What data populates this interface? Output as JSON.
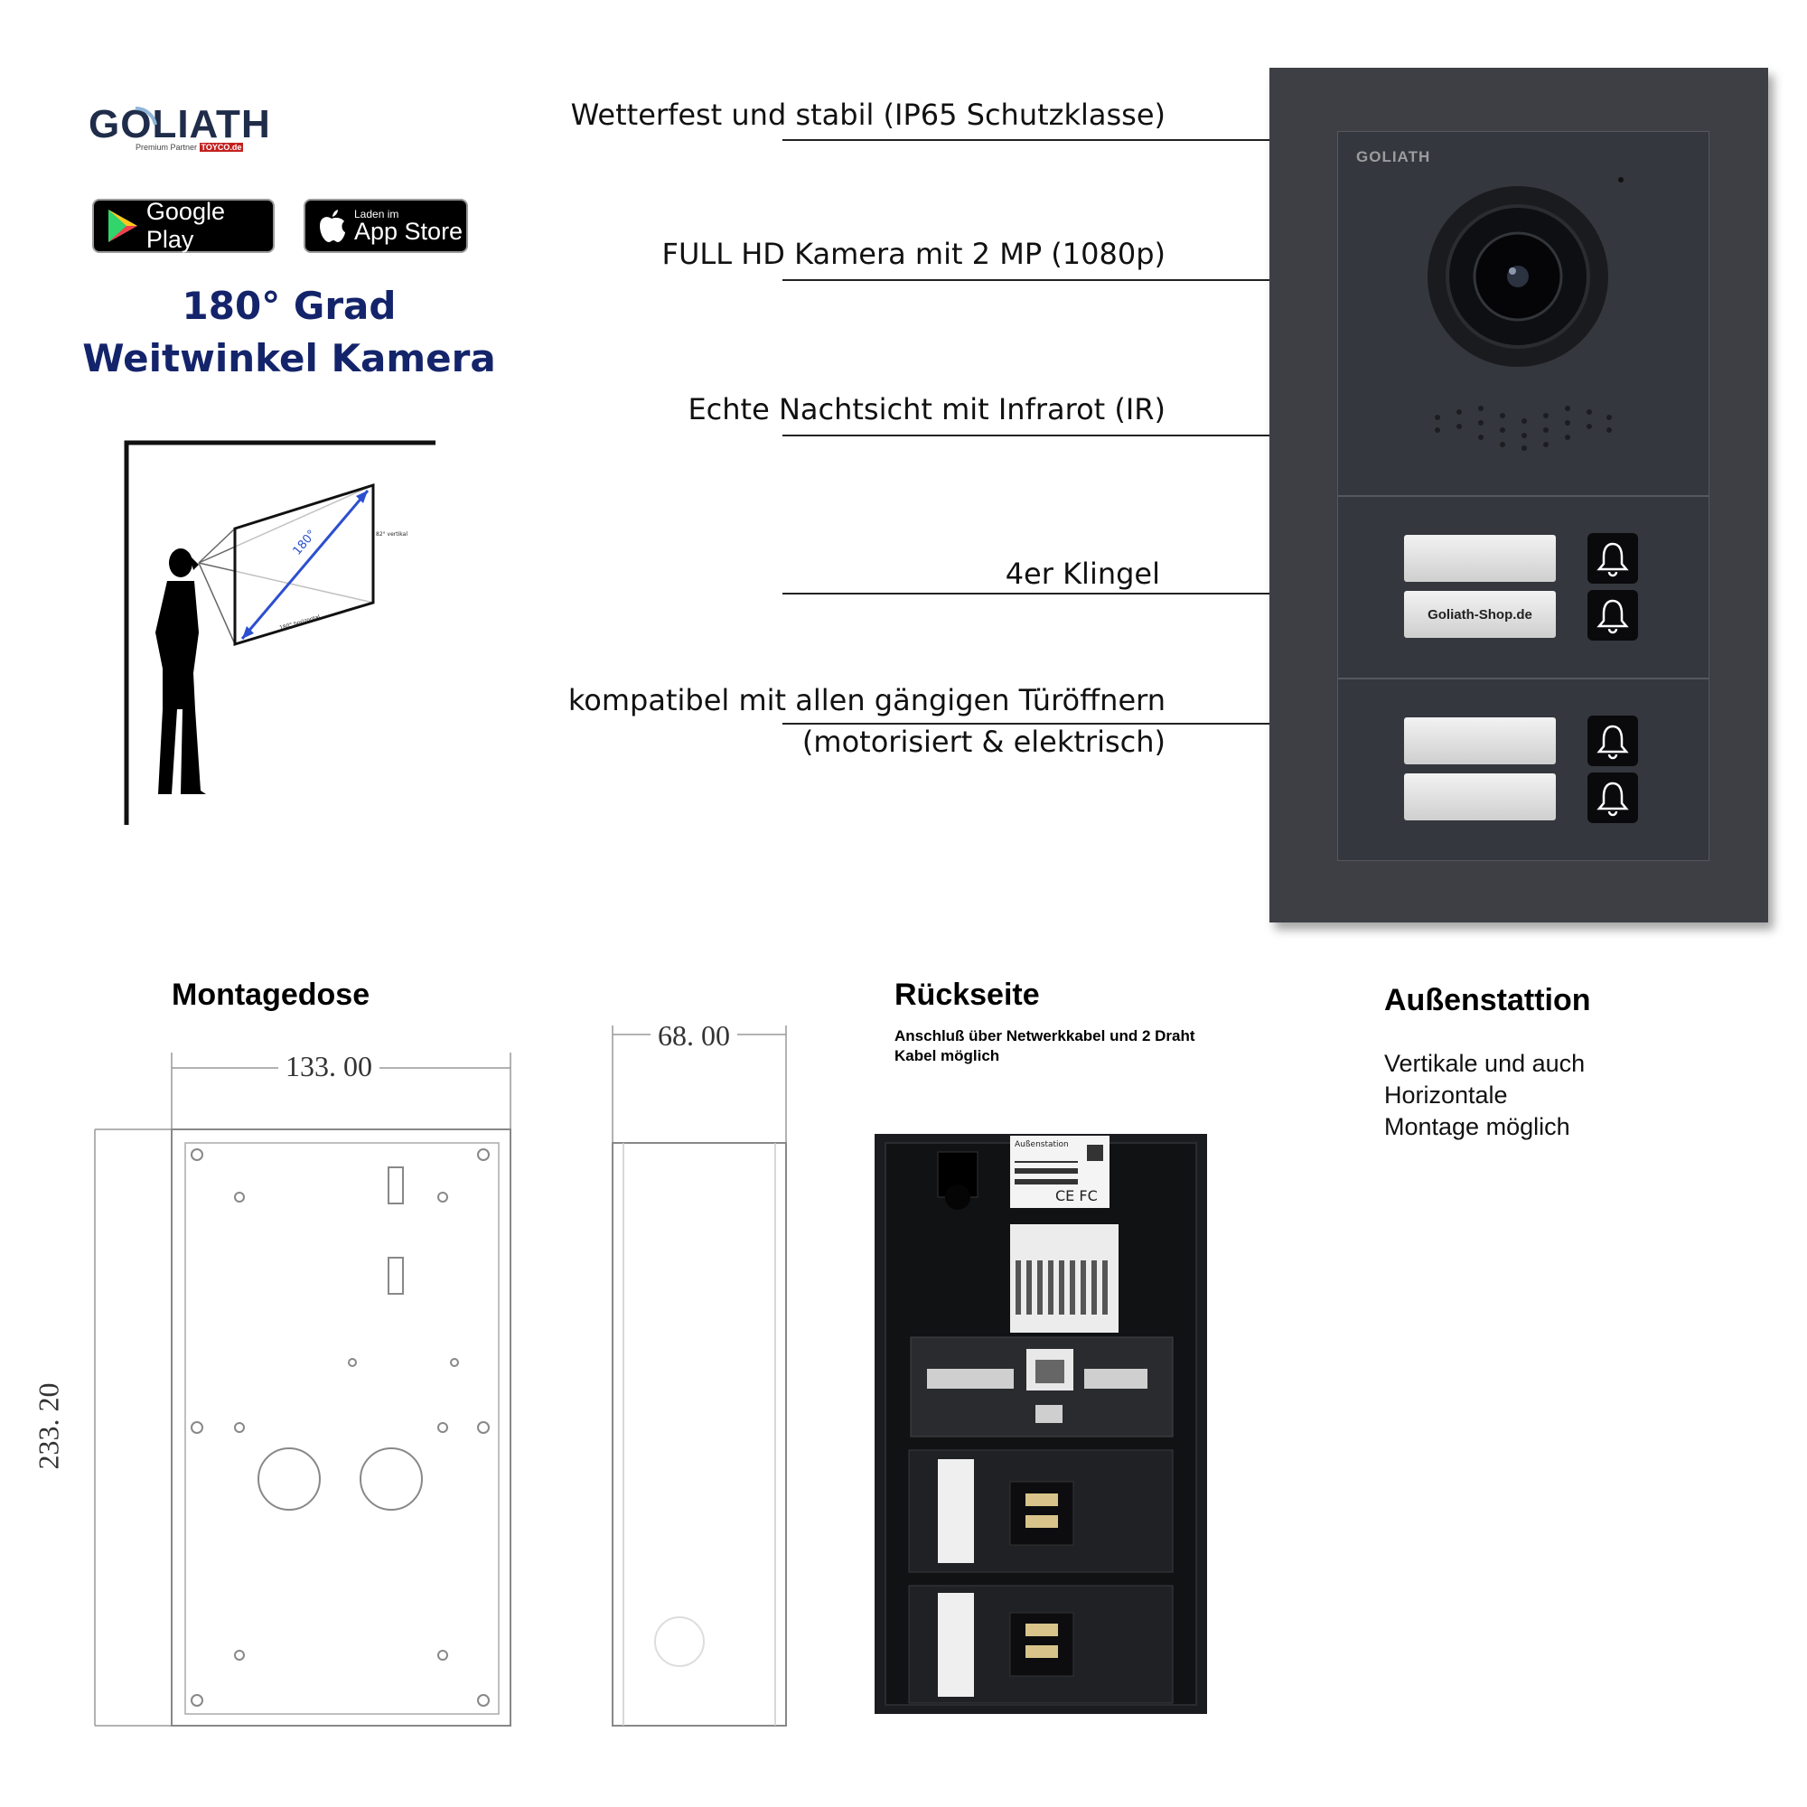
{
  "brand": {
    "logo_text": "GOLIATH",
    "logo_subtitle": "Premium Partner",
    "logo_partner": "TOYCO.de"
  },
  "stores": {
    "google_play": "Google Play",
    "app_store_small": "Laden im",
    "app_store": "App Store"
  },
  "headline": {
    "line1": "180° Grad",
    "line2": "Weitwinkel Kamera"
  },
  "diagram": {
    "angle_label": "180°",
    "vertical_label": "82° vertikal",
    "horizontal_label": "180° horizontal"
  },
  "features": [
    "Wetterfest und stabil (IP65 Schutzklasse)",
    "FULL HD Kamera mit 2 MP (1080p)",
    "Echte Nachtsicht mit Infrarot (IR)",
    "4er Klingel",
    "kompatibel mit allen gängigen Türöffnern",
    "(motorisiert & elektrisch)"
  ],
  "device": {
    "brand": "GOLIATH",
    "nameplate": "Goliath-Shop.de"
  },
  "sections": {
    "montagedose": "Montagedose",
    "rueckseite": "Rückseite",
    "rueckseite_note_1": "Anschluß über Netwerkkabel und 2 Draht",
    "rueckseite_note_2": "Kabel möglich",
    "aussenstation": "Außenstattion",
    "aussen_line1": "Vertikale und auch",
    "aussen_line2": "Horizontale",
    "aussen_line3": "Montage möglich"
  },
  "dimensions": {
    "width": "133. 00",
    "depth": "68. 00",
    "height": "233. 20"
  },
  "back_label": {
    "title": "Außenstation",
    "mark": "CE FC"
  },
  "colors": {
    "headline": "#14246b",
    "device_frame": "#3d3f45",
    "device_panel": "#33363c"
  }
}
